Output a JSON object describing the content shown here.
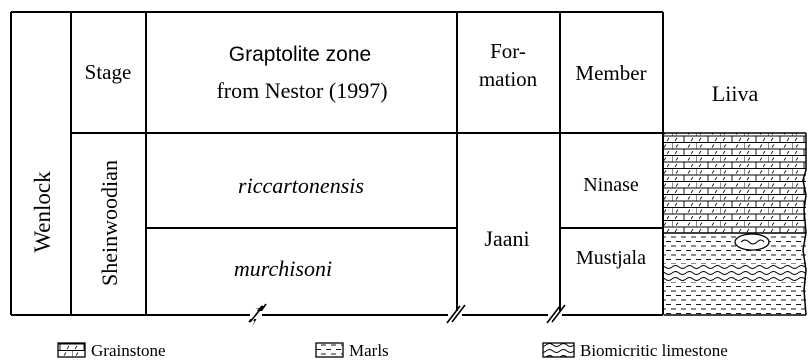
{
  "headers": {
    "stage": "Stage",
    "zone_line1": "Graptolite zone",
    "zone_line2": "from Nestor (1997)",
    "formation_line1": "For-",
    "formation_line2": "mation",
    "member": "Member",
    "section": "Liiva"
  },
  "series": "Wenlock",
  "stage": "Sheinwoodian",
  "zones": [
    "riccartonensis",
    "murchisoni"
  ],
  "formation": "Jaani",
  "members": [
    "Ninase",
    "Mustjala"
  ],
  "legend": {
    "grainstone": "Grainstone",
    "marls": "Marls",
    "biomicritic": "Biomicritic limestone"
  }
}
